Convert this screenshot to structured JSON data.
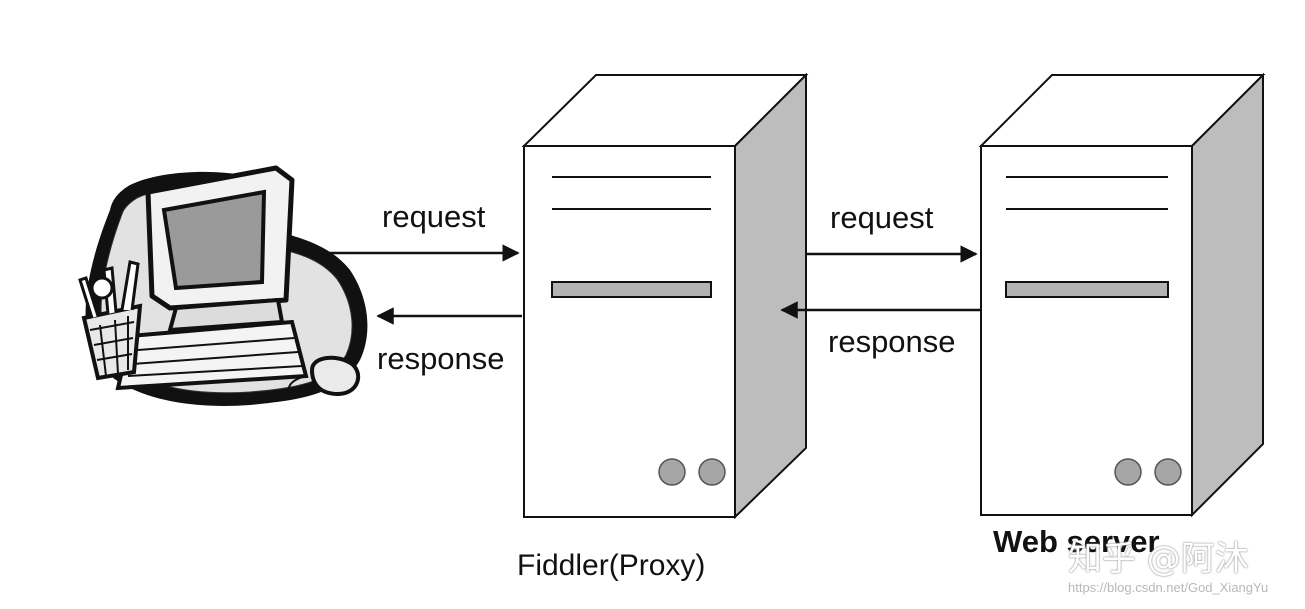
{
  "labels": {
    "client_to_proxy_request": "request",
    "proxy_to_client_response": "response",
    "proxy_to_server_request": "request",
    "server_to_proxy_response": "response"
  },
  "nodes": {
    "client": {
      "icon": "desktop-computer-icon"
    },
    "proxy": {
      "caption": "Fiddler(Proxy)",
      "icon": "server-tower-icon"
    },
    "server": {
      "caption": "Web server",
      "icon": "server-tower-icon"
    }
  },
  "watermark": {
    "text": "知乎 @阿沐",
    "url": "https://blog.csdn.net/God_XiangYu"
  },
  "colors": {
    "line": "#111111",
    "server_side": "#bdbdbd",
    "slot": "#b3b3b3",
    "button": "#a6a6a6",
    "screen": "#9a9a9a"
  }
}
